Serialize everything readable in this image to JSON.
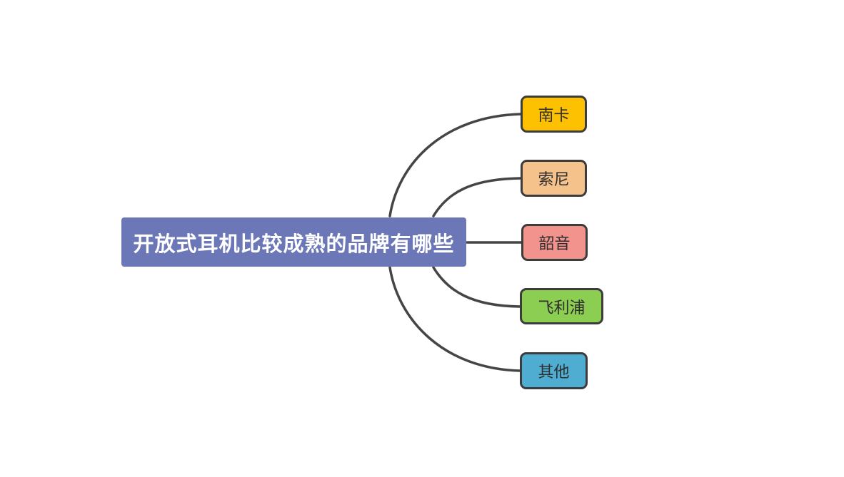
{
  "diagram": {
    "type": "mindmap",
    "background_color": "#ffffff",
    "connector_color": "#454545",
    "branch_border_color": "#3c3c3c",
    "root": {
      "label": "开放式耳机比较成熟的品牌有哪些",
      "bg_color": "#6c77b8",
      "text_color": "#ffffff"
    },
    "branches": [
      {
        "label": "南卡",
        "bg_color": "#fdc101",
        "text_color": "#2e2e2e"
      },
      {
        "label": "索尼",
        "bg_color": "#f5c28c",
        "text_color": "#2e2e2e"
      },
      {
        "label": "韶音",
        "bg_color": "#f2938d",
        "text_color": "#2e2e2e"
      },
      {
        "label": "飞利浦",
        "bg_color": "#8cce52",
        "text_color": "#2e2e2e"
      },
      {
        "label": "其他",
        "bg_color": "#4fadd1",
        "text_color": "#2e2e2e"
      }
    ]
  }
}
